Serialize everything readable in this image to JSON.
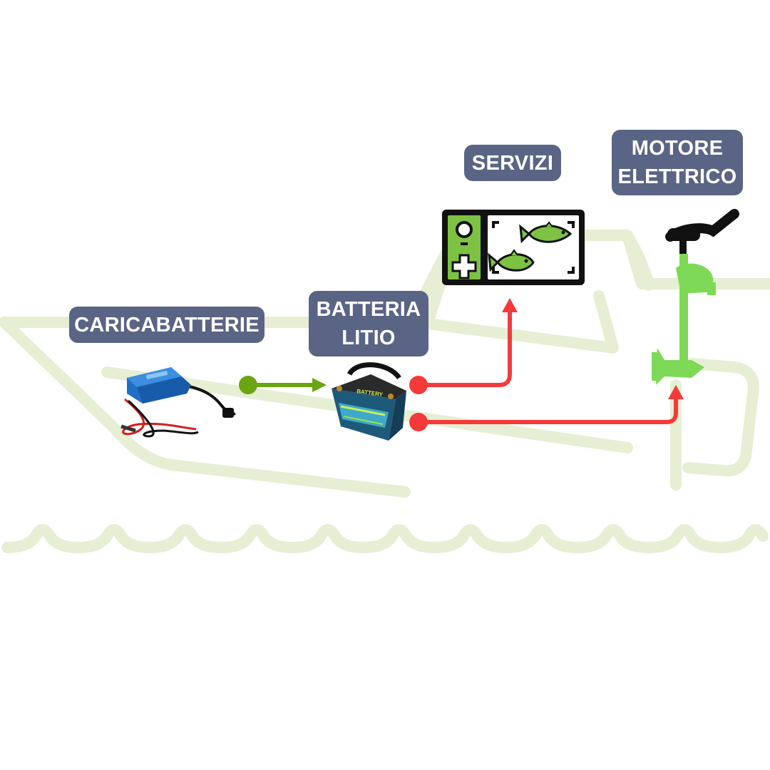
{
  "labels": {
    "charger": "CARICABATTERIE",
    "battery_line1": "BATTERIA",
    "battery_line2": "LITIO",
    "services": "SERVIZI",
    "motor_line1": "MOTORE",
    "motor_line2": "ELETTRICO"
  },
  "battery_brand": "BATTERY",
  "colors": {
    "label_bg": "#5a6484",
    "label_text": "#ffffff",
    "boat_outline": "#e6efd4",
    "charge_flow": "#6aa512",
    "power_flow": "#f53a3a",
    "motor": "#7ed957",
    "screen_green": "#7dc242",
    "charger_blue": "#1f6fc7"
  },
  "icons": {
    "charger": "battery-charger-icon",
    "battery": "lithium-battery-icon",
    "services": "fish-finder-icon",
    "motor": "trolling-motor-icon"
  }
}
